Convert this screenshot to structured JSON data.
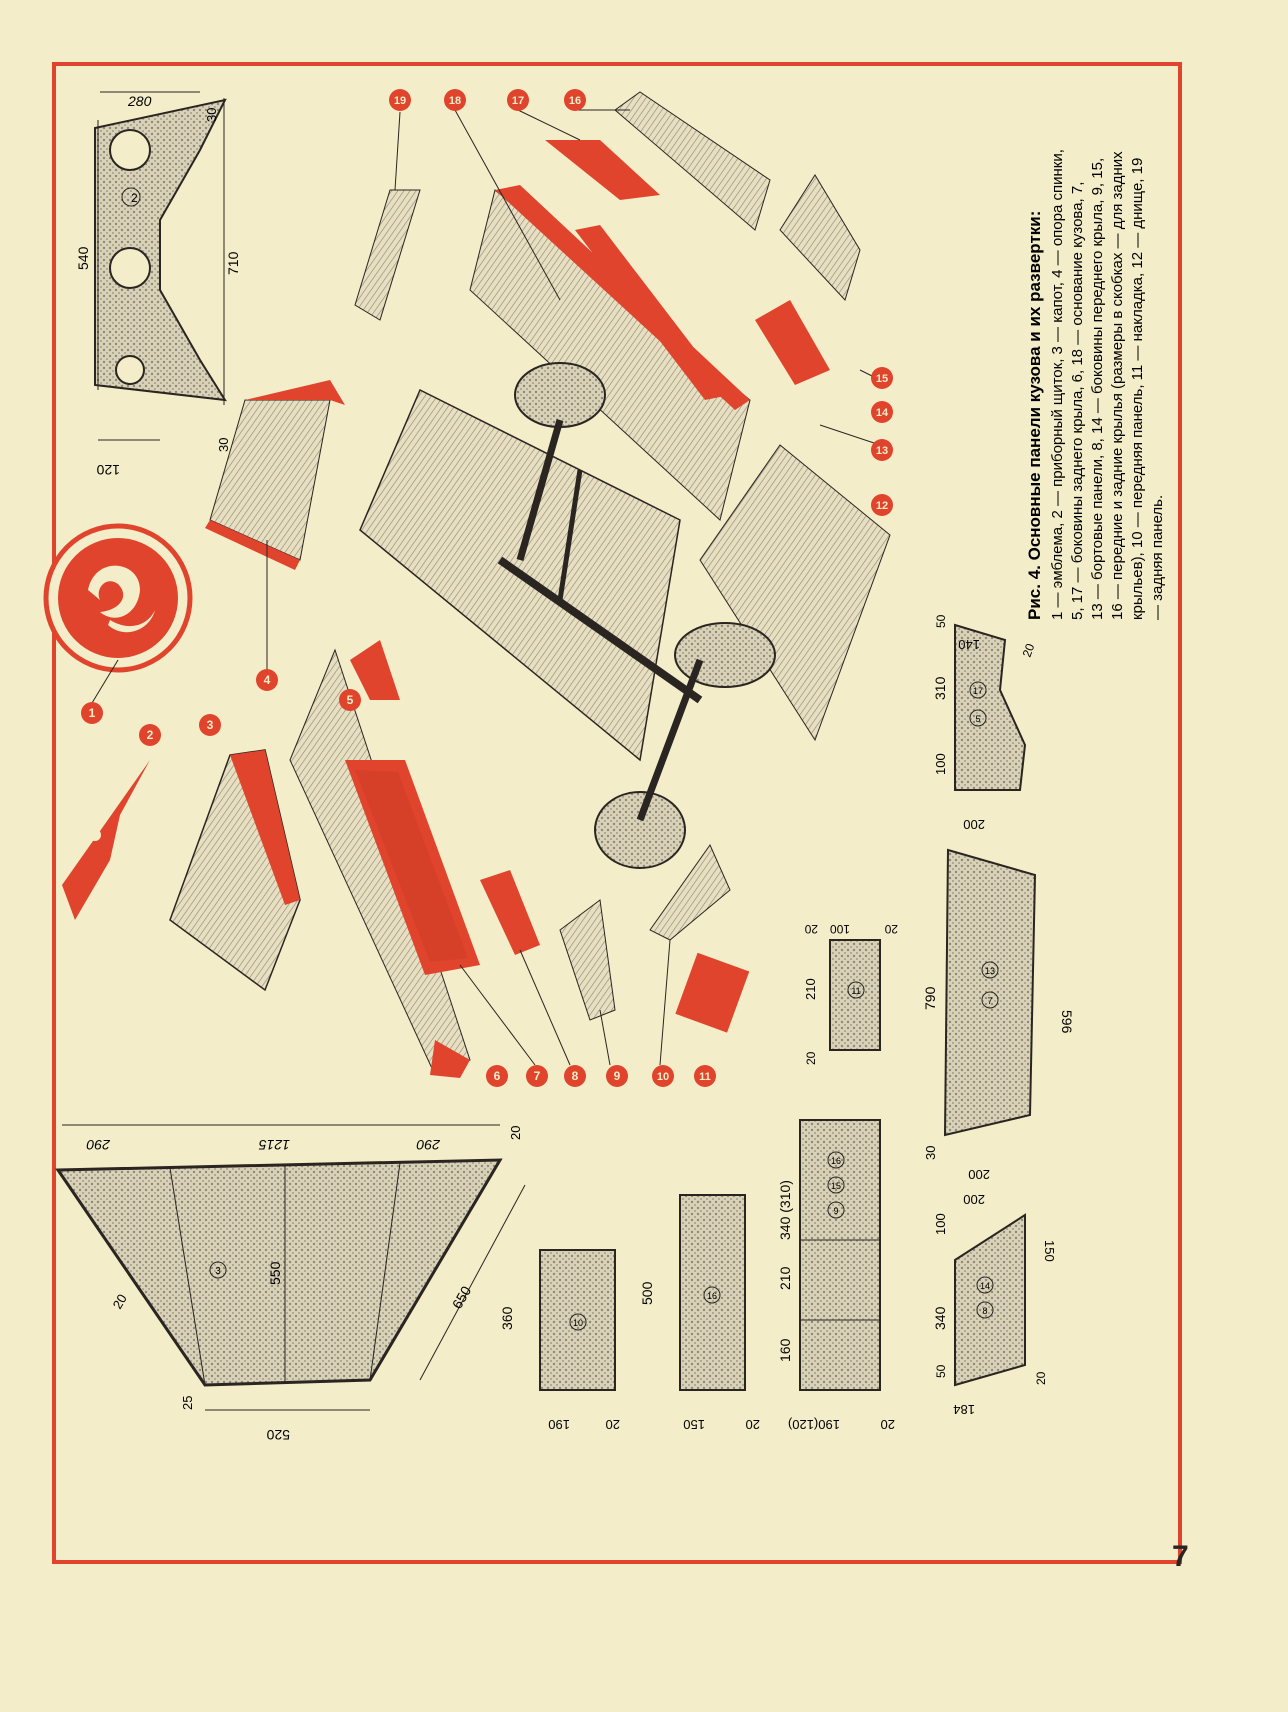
{
  "caption": {
    "title": "Рис. 4. Основные панели кузова и их развертки:",
    "body": "1 — эмблема, 2 — приборный щиток, 3 — капот, 4 — опора спинки, 5, 17 — боковины заднего крыла, 6, 18 — основание кузова, 7, 13 — бортовые панели, 8, 14 — боковины переднего крыла, 9, 15, 16 — передние и задние крылья (размеры в скобках — для задних крыльев), 10 — передняя панель, 11 — накладка, 12 — днище, 19 — задняя панель."
  },
  "page_number": "7",
  "callouts": [
    "1",
    "2",
    "3",
    "4",
    "5",
    "6",
    "7",
    "8",
    "9",
    "10",
    "11",
    "12",
    "13",
    "14",
    "15",
    "16",
    "17",
    "18",
    "19"
  ],
  "dims": {
    "p2": [
      "280",
      "30",
      "540",
      "710",
      "120",
      "30"
    ],
    "p3": [
      "290",
      "1215",
      "290",
      "20",
      "550",
      "650",
      "20",
      "25",
      "520"
    ],
    "p10": [
      "360",
      "190",
      "20"
    ],
    "p16": [
      "500",
      "150",
      "20"
    ],
    "p9": [
      "340 (310)",
      "210",
      "160",
      "190(120)",
      "20"
    ],
    "p11": [
      "210",
      "20",
      "100",
      "20",
      "20"
    ],
    "p7": [
      "790",
      "596",
      "30",
      "200"
    ],
    "p5": [
      "310",
      "100",
      "50",
      "140",
      "20",
      "200"
    ],
    "p8": [
      "100",
      "340",
      "50",
      "200",
      "150",
      "20",
      "184"
    ]
  },
  "marks": {
    "p2": "2",
    "p3": "3",
    "p10": "10",
    "p16": "16",
    "p9": "9",
    "p15": "15",
    "p16b": "16",
    "p11": "11",
    "p7": "7",
    "p13": "13",
    "p5": "5",
    "p17": "17",
    "p8": "8",
    "p14": "14"
  },
  "colors": {
    "accent": "#e0442c",
    "paper": "#f3edc9",
    "ink": "#2a2521",
    "hatch": "#9a958a"
  }
}
